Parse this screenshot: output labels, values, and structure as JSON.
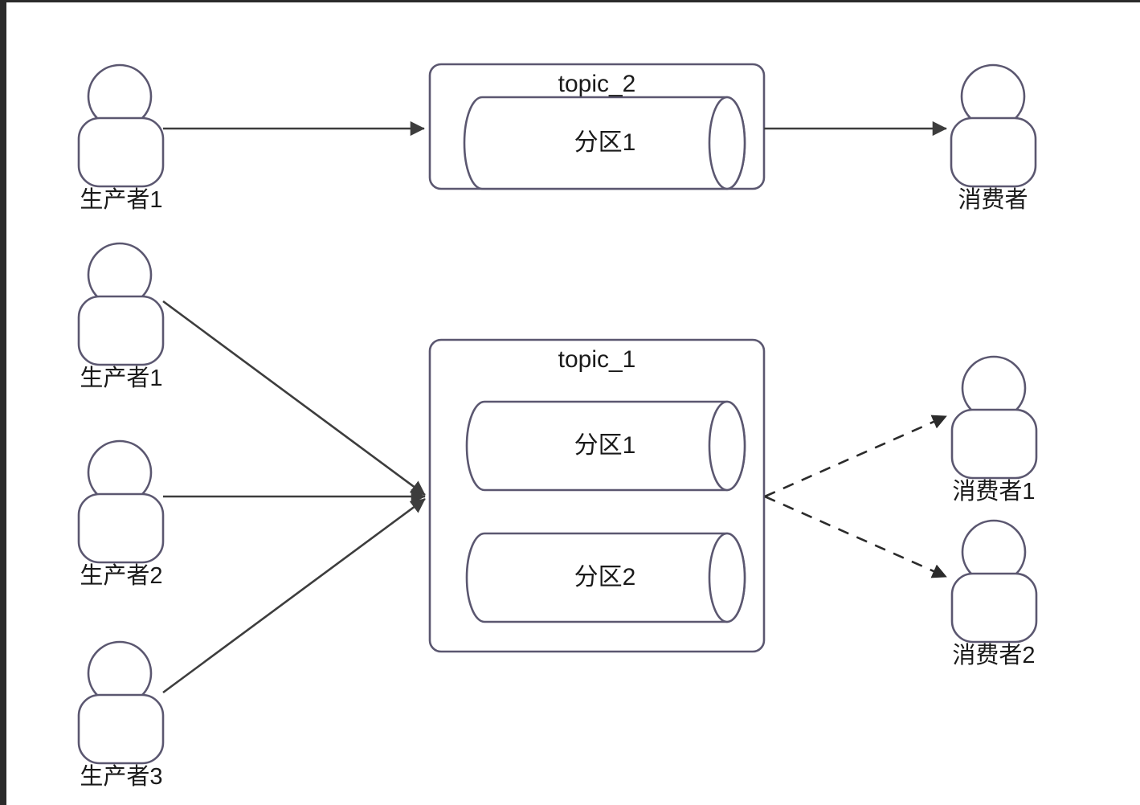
{
  "diagram": {
    "title": "Kafka topic / partition producer-consumer diagram",
    "stroke_color": "#5b5770",
    "line_color": "#3d3d3d",
    "text_color": "#1a1a1a",
    "background": "#ffffff"
  },
  "top_flow": {
    "producer": {
      "label": "生产者1"
    },
    "topic": {
      "name": "topic_2",
      "partitions": [
        {
          "label": "分区1"
        }
      ]
    },
    "consumer": {
      "label": "消费者"
    },
    "producer_link_style": "solid",
    "consumer_link_style": "solid"
  },
  "bottom_flow": {
    "producers": [
      {
        "label": "生产者1"
      },
      {
        "label": "生产者2"
      },
      {
        "label": "生产者3"
      }
    ],
    "topic": {
      "name": "topic_1",
      "partitions": [
        {
          "label": "分区1"
        },
        {
          "label": "分区2"
        }
      ]
    },
    "consumers": [
      {
        "label": "消费者1"
      },
      {
        "label": "消费者2"
      }
    ],
    "producer_link_style": "solid",
    "consumer_link_style": "dashed"
  }
}
